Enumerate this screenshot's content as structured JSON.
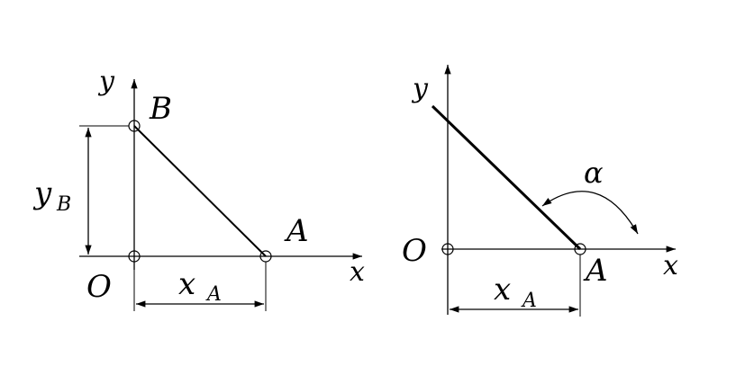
{
  "left_figure": {
    "axis_x_label": "x",
    "axis_y_label": "y",
    "origin_label": "O",
    "point_a_label": "A",
    "point_b_label": "B",
    "dim_yb_main": "y",
    "dim_yb_sub": "B",
    "dim_xa_main": "x",
    "dim_xa_sub": "A"
  },
  "right_figure": {
    "axis_x_label": "x",
    "axis_y_label": "y",
    "origin_label": "O",
    "point_a_label": "A",
    "angle_label": "α",
    "dim_xa_main": "x",
    "dim_xa_sub": "A"
  },
  "colors": {
    "stroke": "#000000",
    "background": "#ffffff"
  }
}
